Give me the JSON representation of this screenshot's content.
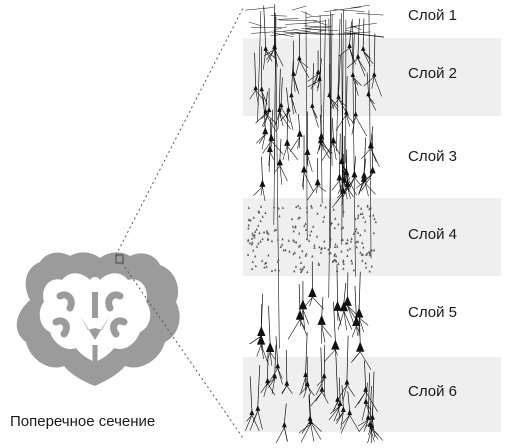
{
  "layers": [
    {
      "label": "Слой 1",
      "shaded": false
    },
    {
      "label": "Слой 2",
      "shaded": true
    },
    {
      "label": "Слой 3",
      "shaded": false
    },
    {
      "label": "Слой 4",
      "shaded": true
    },
    {
      "label": "Слой 5",
      "shaded": false
    },
    {
      "label": "Слой 6",
      "shaded": true
    }
  ],
  "caption": "Поперечное сечение",
  "colors": {
    "band": "#efefef",
    "brain": "#9b9b9b",
    "ink": "#111111",
    "dots": "#555555"
  }
}
